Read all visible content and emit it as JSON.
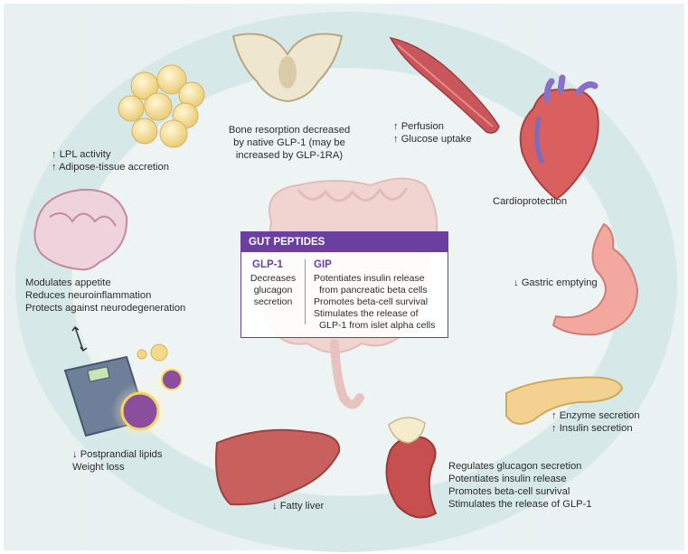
{
  "panel": {
    "title": "GUT PEPTIDES",
    "glp1": {
      "heading": "GLP-1",
      "lines": [
        "Decreases",
        "glucagon",
        "secretion"
      ]
    },
    "gip": {
      "heading": "GIP",
      "lines": [
        "Potentiates insulin release",
        "  from pancreatic beta cells",
        "Promotes beta-cell survival",
        "Stimulates the release of",
        "  GLP-1 from islet alpha cells"
      ]
    }
  },
  "organs": {
    "bone": {
      "icon": "pelvis-bone-icon",
      "lines": [
        "Bone resorption decreased",
        "by native GLP-1 (may be",
        "increased by GLP-1RA)"
      ]
    },
    "muscle": {
      "icon": "muscle-icon",
      "lines": [
        "↑ Perfusion",
        "↑ Glucose uptake"
      ]
    },
    "heart": {
      "icon": "heart-icon",
      "lines": [
        "Cardioprotection"
      ]
    },
    "stomach": {
      "icon": "stomach-icon",
      "lines": [
        "↓ Gastric emptying"
      ]
    },
    "pancreas": {
      "icon": "pancreas-icon",
      "lines": [
        "↑ Enzyme secretion",
        "↑ Insulin secretion"
      ]
    },
    "kidney": {
      "icon": "kidney-icon",
      "lines": [
        "Regulates glucagon secretion",
        "Potentiates insulin release",
        "Promotes beta-cell survival",
        "Stimulates the release of GLP-1"
      ]
    },
    "liver": {
      "icon": "liver-icon",
      "lines": [
        "↓ Fatty liver"
      ]
    },
    "scale": {
      "icon": "weighing-scale-icon",
      "lines": [
        "↓ Postprandial lipids",
        "Weight loss"
      ]
    },
    "brain": {
      "icon": "brain-icon",
      "lines": [
        "Modulates appetite",
        "Reduces neuroinflammation",
        "Protects against neurodegeneration"
      ]
    },
    "adipose": {
      "icon": "adipose-tissue-icon",
      "lines": [
        "↑ LPL activity",
        "↑ Adipose-tissue accretion"
      ]
    }
  },
  "colors": {
    "panel_purple": "#6b3fa0",
    "ring": "#d3e6e6",
    "organ_pink": "#e8a09b",
    "fat_yellow": "#f3d98a"
  }
}
